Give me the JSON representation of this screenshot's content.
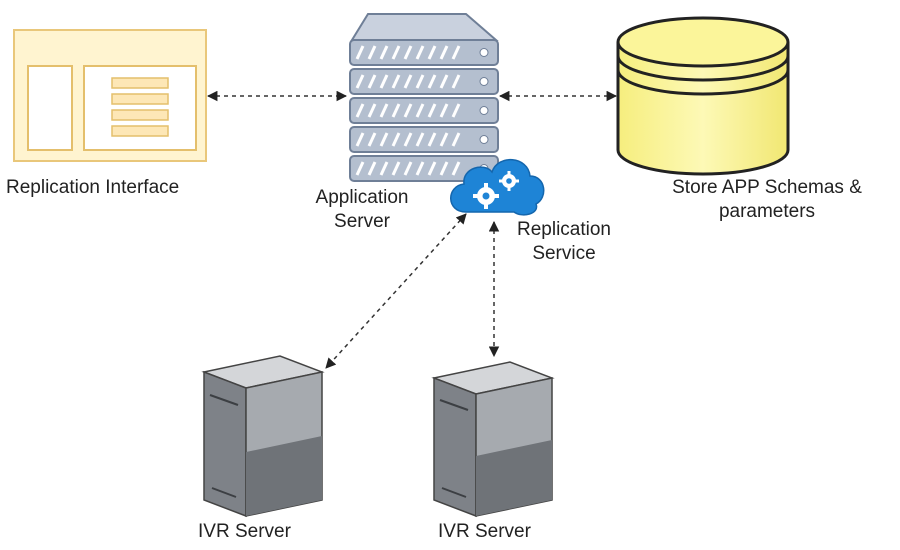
{
  "nodes": {
    "replication_interface": {
      "label": "Replication Interface"
    },
    "application_server": {
      "label_line1": "Application",
      "label_line2": "Server"
    },
    "replication_service": {
      "label_line1": "Replication",
      "label_line2": "Service"
    },
    "store": {
      "label_line1": "Store APP Schemas &",
      "label_line2": "parameters"
    },
    "ivr_server_1": {
      "label": "IVR Server"
    },
    "ivr_server_2": {
      "label": "IVR Server"
    }
  },
  "colors": {
    "interface_fill": "#fff4d0",
    "interface_stroke": "#e9c77a",
    "server_fill": "#b4bfcf",
    "server_stroke": "#6f7f97",
    "db_fill": "#fbf59a",
    "cloud_fill": "#1e84d6",
    "ivr_fill": "#9a9ea4",
    "connector": "#333333"
  },
  "connections": [
    {
      "from": "replication_interface",
      "to": "application_server",
      "style": "dashed",
      "arrows": "both"
    },
    {
      "from": "application_server",
      "to": "store",
      "style": "dashed",
      "arrows": "both"
    },
    {
      "from": "replication_service",
      "to": "ivr_server_1",
      "style": "dashed",
      "arrows": "both"
    },
    {
      "from": "replication_service",
      "to": "ivr_server_2",
      "style": "dashed",
      "arrows": "both"
    }
  ]
}
